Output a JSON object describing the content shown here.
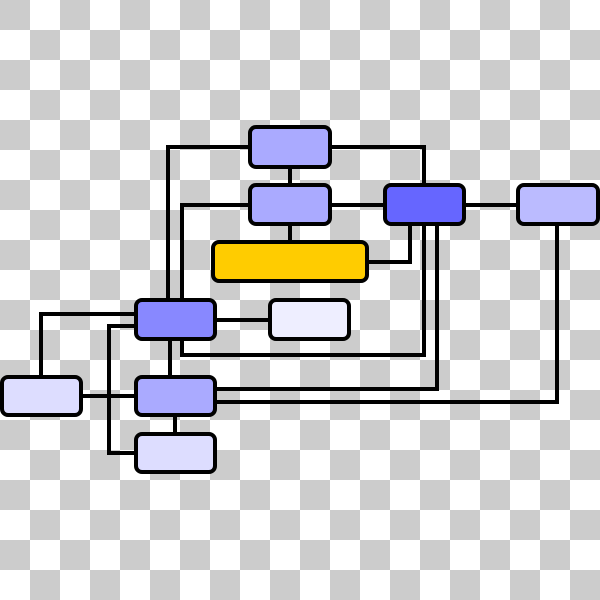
{
  "diagram": {
    "type": "flowchart",
    "edge_color": "#000000",
    "nodes": [
      {
        "id": "n1",
        "fill": "#aaaaff"
      },
      {
        "id": "n2",
        "fill": "#aaaaff"
      },
      {
        "id": "n3",
        "fill": "#6666ff"
      },
      {
        "id": "n4",
        "fill": "#bbbbff"
      },
      {
        "id": "n5",
        "fill": "#ffcc00"
      },
      {
        "id": "n6",
        "fill": "#8888ff"
      },
      {
        "id": "n7",
        "fill": "#eeeeff"
      },
      {
        "id": "n8",
        "fill": "#ddddff"
      },
      {
        "id": "n9",
        "fill": "#aaaaff"
      },
      {
        "id": "n10",
        "fill": "#ddddff"
      }
    ],
    "edges": [
      {
        "from": "n1",
        "to": "n6"
      },
      {
        "from": "n1",
        "to": "n3"
      },
      {
        "from": "n1",
        "to": "n2"
      },
      {
        "from": "n2",
        "to": "n6"
      },
      {
        "from": "n2",
        "to": "n3"
      },
      {
        "from": "n3",
        "to": "n4"
      },
      {
        "from": "n2",
        "to": "n5"
      },
      {
        "from": "n5",
        "to": "n3"
      },
      {
        "from": "n6",
        "to": "n7"
      },
      {
        "from": "n6",
        "to": "n3"
      },
      {
        "from": "n3",
        "to": "n9"
      },
      {
        "from": "n4",
        "to": "n9"
      },
      {
        "from": "n6",
        "to": "n8"
      },
      {
        "from": "n6",
        "to": "n10"
      },
      {
        "from": "n8",
        "to": "n9"
      },
      {
        "from": "n6",
        "to": "n9"
      },
      {
        "from": "n9",
        "to": "n10"
      }
    ]
  }
}
